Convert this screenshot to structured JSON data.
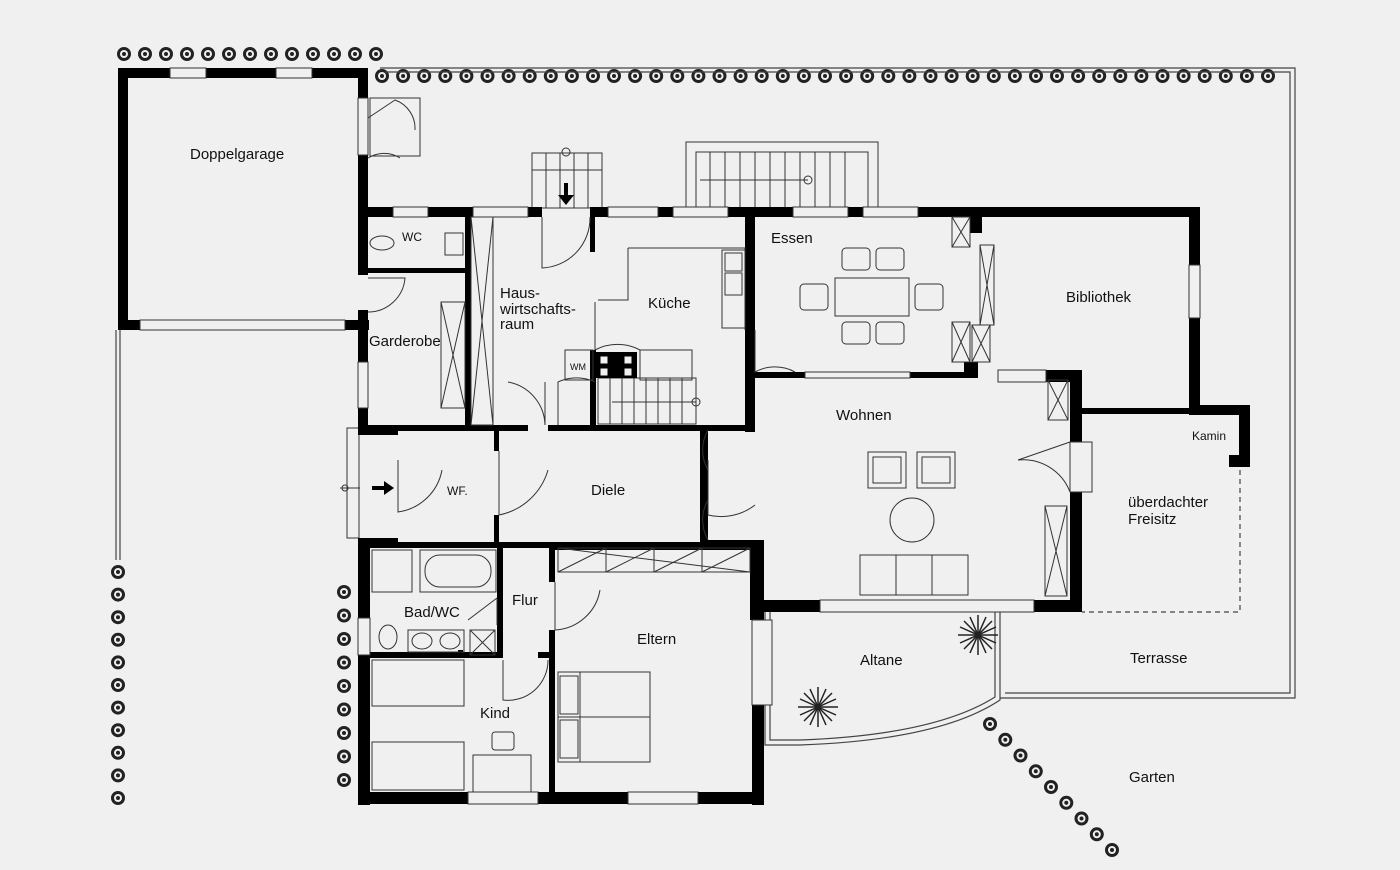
{
  "rooms": {
    "doppelgarage": "Doppelgarage",
    "wc": "WC",
    "garderobe": "Garderobe",
    "hauswirtschaftsraum_1": "Haus-",
    "hauswirtschaftsraum_2": "wirtschafts-",
    "hauswirtschaftsraum_3": "raum",
    "kueche": "Küche",
    "essen": "Essen",
    "bibliothek": "Bibliothek",
    "wm": "WM",
    "wohnen": "Wohnen",
    "kamin": "Kamin",
    "ueberdachter_freisitz_1": "überdachter",
    "ueberdachter_freisitz_2": "Freisitz",
    "wf": "WF.",
    "diele": "Diele",
    "bad_wc": "Bad/WC",
    "flur": "Flur",
    "eltern": "Eltern",
    "kind": "Kind",
    "altane": "Altane",
    "terrasse": "Terrasse",
    "garten": "Garten"
  },
  "colors": {
    "wall": "#000000",
    "line": "#333333",
    "background": "#f0f0f0",
    "hedge": "#222222"
  },
  "icons": [
    "hedge-shrub-icon",
    "entrance-arrow-icon",
    "staircase-icon",
    "door-swing-icon",
    "plant-icon"
  ]
}
